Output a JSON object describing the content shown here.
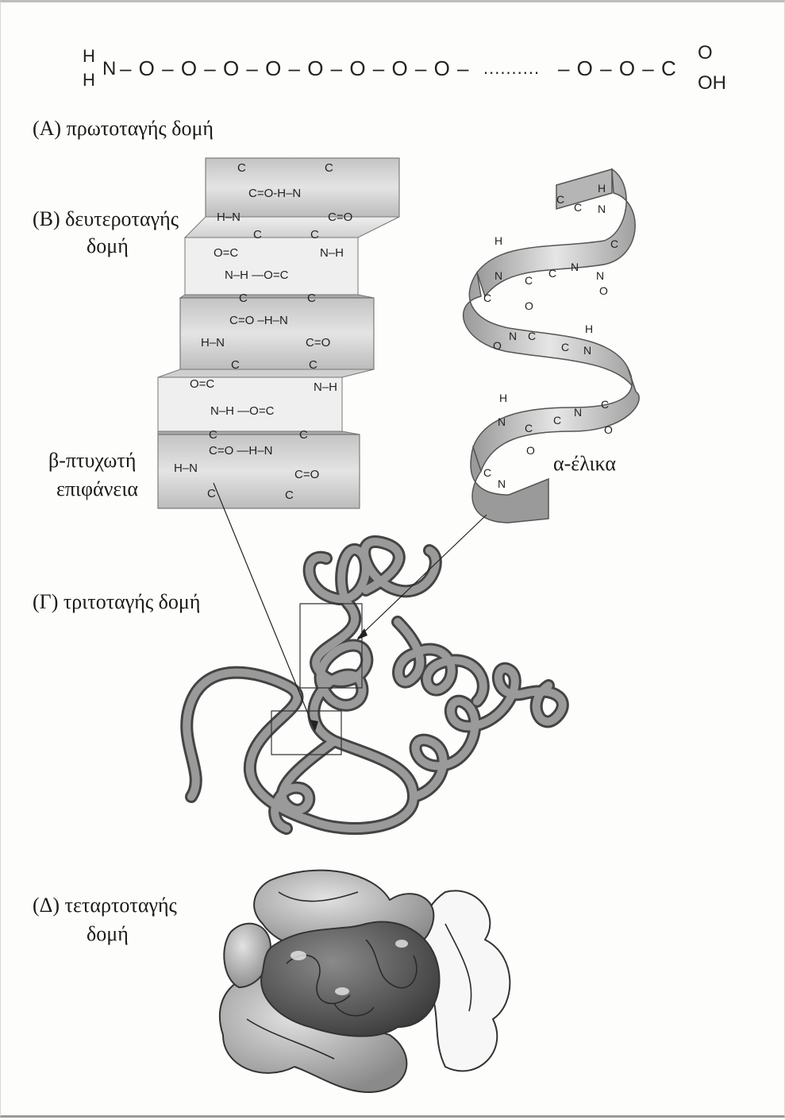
{
  "primary": {
    "label": "(A) πρωτοταγής δομή",
    "amine_h1": "H",
    "amine_h2": "H",
    "amine_n": "N",
    "chain_start": "– O – O – O – O – O – O – O – O –",
    "chain_dots": "..........",
    "chain_end": "– O – O – C",
    "carboxyl_o": "O",
    "carboxyl_oh": "OH"
  },
  "secondary": {
    "label_line1": "(B) δευτεροταγής",
    "label_line2": "δομή",
    "beta_label_line1": "β-πτυχωτή",
    "beta_label_line2": "επιφάνεια",
    "alpha_label": "α-έλικα",
    "beta_rows": [
      {
        "left": "C",
        "mid": "",
        "right": "C"
      },
      {
        "left": "",
        "mid": "C=O-H–N",
        "right": ""
      },
      {
        "left": "H–N",
        "mid": "",
        "right": "C=O"
      },
      {
        "left": "",
        "mid": "C",
        "right": "C"
      },
      {
        "left": "O=C",
        "mid": "",
        "right": "N–H"
      },
      {
        "left": "",
        "mid": "N–H —O=C",
        "right": ""
      },
      {
        "left": "C",
        "mid": "",
        "right": "C"
      },
      {
        "left": "",
        "mid": "C=O –H–N",
        "right": ""
      },
      {
        "left": "H–N",
        "mid": "",
        "right": "C=O"
      },
      {
        "left": "C",
        "mid": "",
        "right": "C"
      },
      {
        "left": "O=C",
        "mid": "",
        "right": "N–H"
      },
      {
        "left": "",
        "mid": "N–H —O=C",
        "right": ""
      },
      {
        "left": "C",
        "mid": "",
        "right": "C"
      },
      {
        "left": "",
        "mid": "C=O —H–N",
        "right": ""
      },
      {
        "left": "H–N",
        "mid": "",
        "right": "C=O"
      },
      {
        "left": "C",
        "mid": "",
        "right": "C"
      }
    ],
    "helix_atoms": [
      "H",
      "N",
      "C",
      "C",
      "N",
      "C",
      "O",
      "H",
      "N",
      "C",
      "C",
      "N",
      "C",
      "O",
      "H",
      "N",
      "C",
      "C",
      "N",
      "O",
      "H",
      "N",
      "C",
      "C",
      "N",
      "O",
      "C",
      "N",
      "C",
      "O"
    ]
  },
  "tertiary": {
    "label": "(Γ) τριτοταγής δομή"
  },
  "quaternary": {
    "label_line1": "(Δ) τεταρτοταγής",
    "label_line2": "δομή"
  },
  "colors": {
    "ribbon": "#8c8c8c",
    "ribbon_dark": "#555555",
    "sheet_light": "#d9d9d9",
    "sheet_dark": "#a6a6a6",
    "quat_dark": "#5a5a5a",
    "quat_mid": "#9a9a9a",
    "quat_light": "#f4f4f4"
  }
}
